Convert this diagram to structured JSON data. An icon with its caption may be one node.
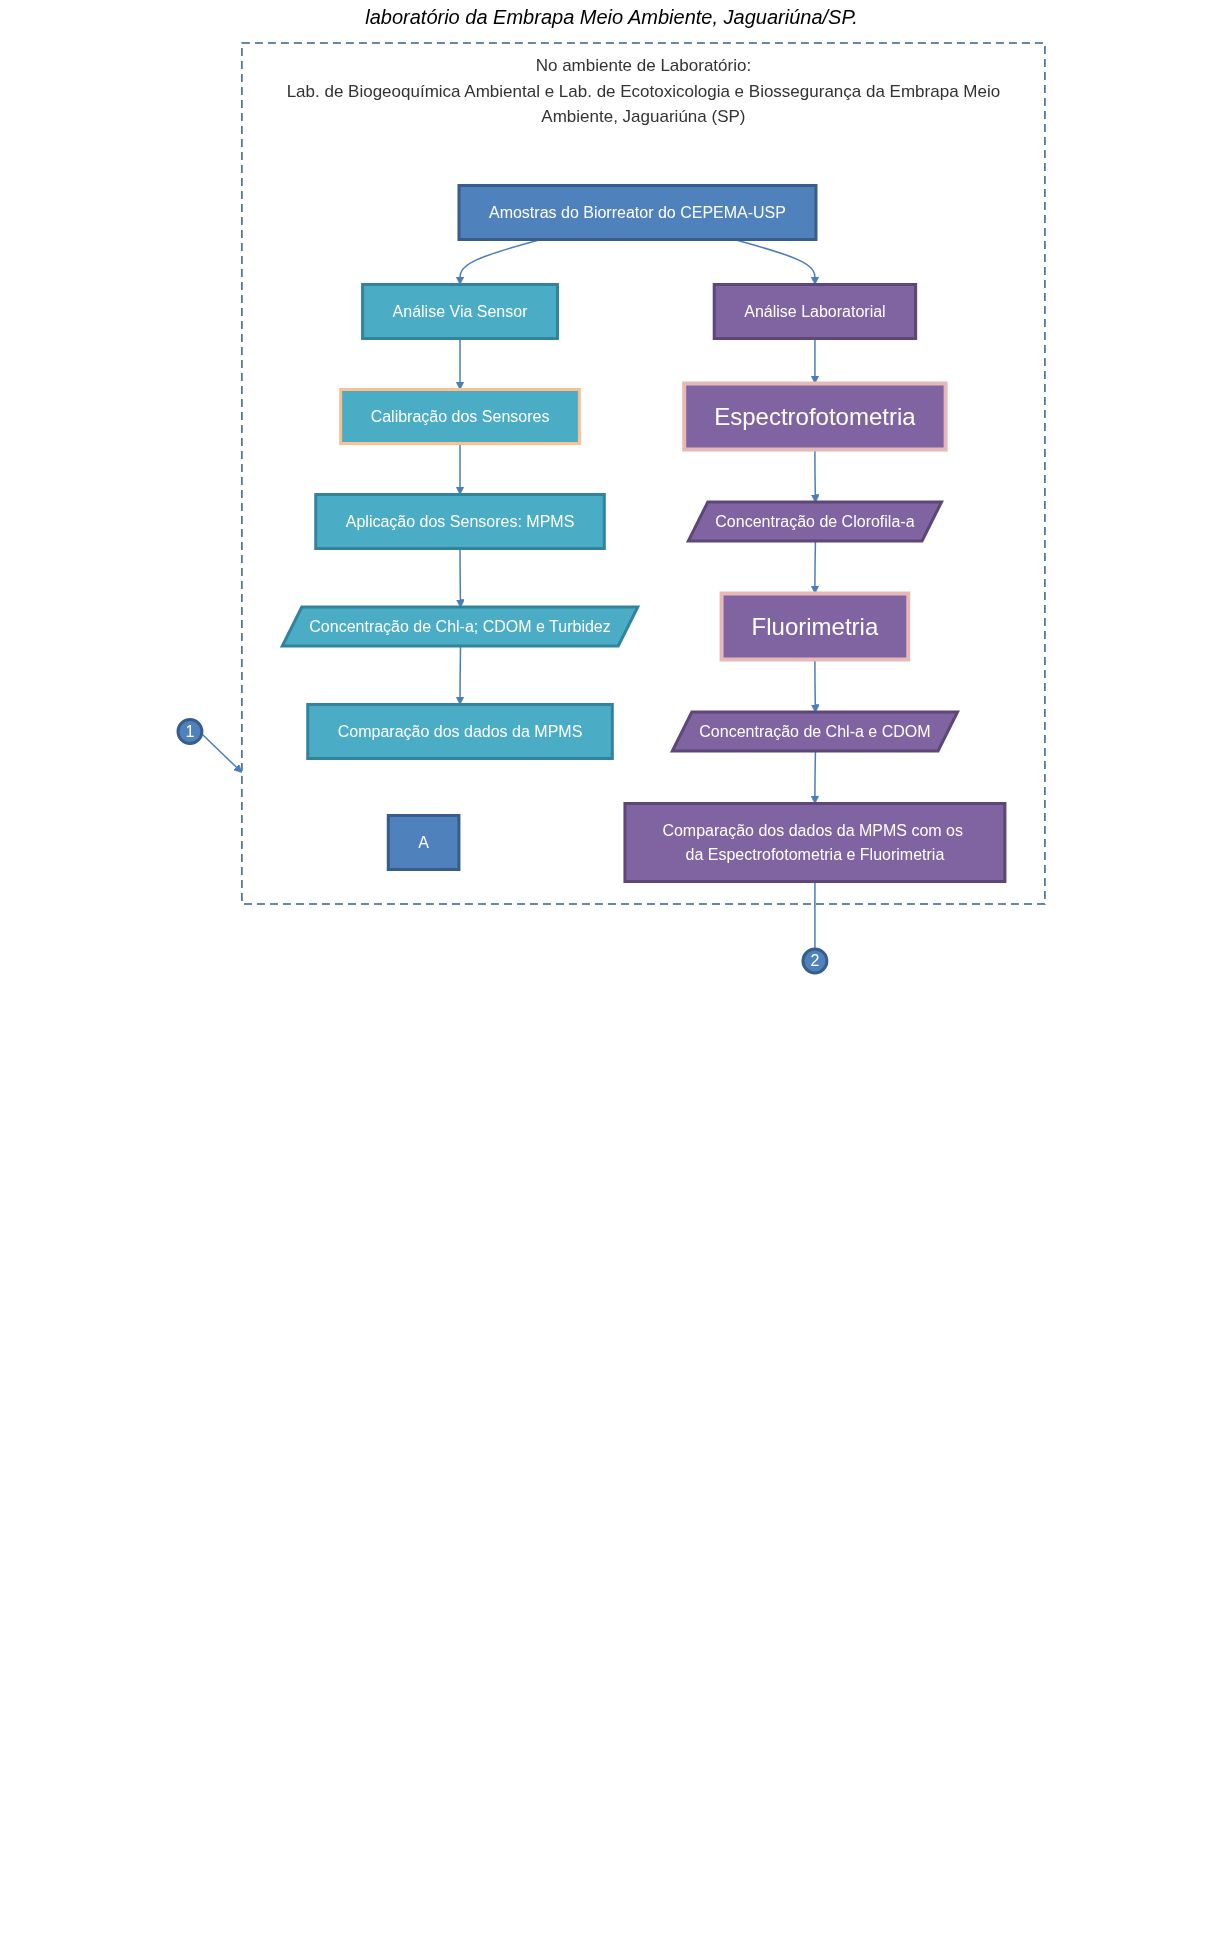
{
  "diagram": {
    "nodes": [
      {
        "text": [
          "1"
        ]
      },
      {
        "text": [
          "No ambiente de Laboratório:",
          "Lab. de Biogeoquímica Ambiental e Lab. de Ecotoxicologia e Biossegurança da Embrapa Meio Ambiente, Jaguariúna (SP)"
        ]
      },
      {
        "text": [
          "A"
        ],
        "in": 1
      },
      {
        "text": [
          "Amostras do Biorreator do CEPEMA-USP"
        ],
        "in": 1
      },
      {
        "text": [
          "Análise Via Sensor"
        ],
        "in": 1
      },
      {
        "text": [
          "Análise Laboratorial"
        ],
        "in": 1
      },
      {
        "text": [
          "Calibração dos Sensores"
        ],
        "in": 1
      },
      {
        "text": [
          "Aplicação dos Sensores: MPMS"
        ],
        "in": 1
      },
      {
        "text": [
          "Concentração de Chl-a; CDOM e Turbidez"
        ],
        "in": 1
      },
      {
        "text": [
          "Comparação dos dados da MPMS"
        ],
        "in": 1
      },
      {
        "text": [
          "Espectrofotometria"
        ],
        "in": 1
      },
      {
        "text": [
          "Concentração de Clorofila-a"
        ],
        "in": 1
      },
      {
        "text": [
          "Fluorimetria"
        ],
        "in": 1
      },
      {
        "text": [
          "Concentração de Chl-a e CDOM"
        ],
        "in": 1
      },
      {
        "text": [
          "Comparação dos dados da MPMS com os da Espectrofotometria e Fluorimetria"
        ],
        "in": 1
      },
      {
        "text": [
          "2"
        ]
      }
    ],
    "edges": [
      {
        "from": 0,
        "to": 1,
        "arrow": "to"
      },
      {
        "from": 3,
        "to": 4,
        "arrow": "to"
      },
      {
        "from": 3,
        "to": 5,
        "arrow": "to"
      },
      {
        "from": 4,
        "to": 6,
        "arrow": "to"
      },
      {
        "from": 6,
        "to": 7,
        "arrow": "to"
      },
      {
        "from": 7,
        "to": 8,
        "arrow": "to"
      },
      {
        "from": 8,
        "to": 9,
        "arrow": "to"
      },
      {
        "from": 5,
        "to": 10,
        "arrow": "to"
      },
      {
        "from": 10,
        "to": 11,
        "arrow": "to"
      },
      {
        "from": 11,
        "to": 12,
        "arrow": "to"
      },
      {
        "from": 12,
        "to": 13,
        "arrow": "to"
      },
      {
        "from": 13,
        "to": 14,
        "arrow": "to"
      },
      {
        "from": 14,
        "to": 15,
        "arrow": "none"
      }
    ],
    "labels": [
      "laboratório da Embrapa Meio Ambiente, Jaguariúna/SP."
    ]
  }
}
